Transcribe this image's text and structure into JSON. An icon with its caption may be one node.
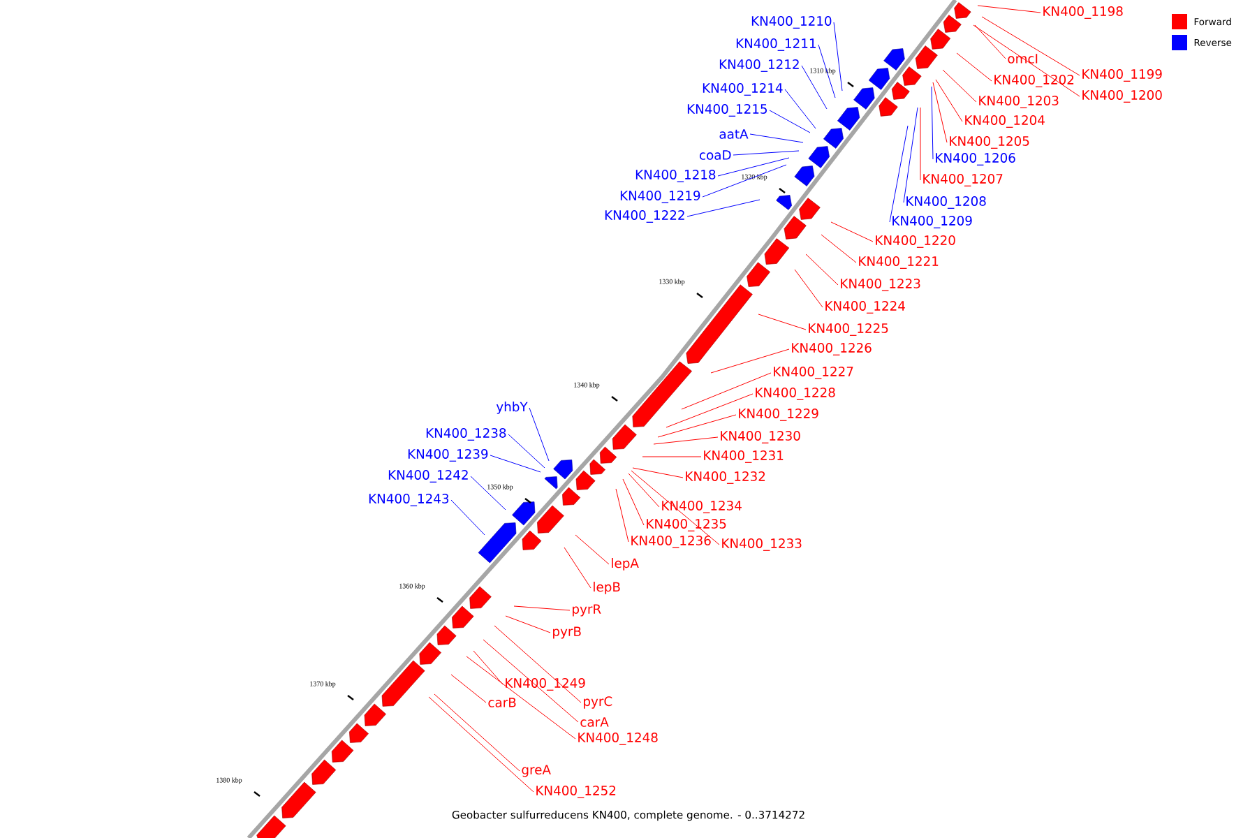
{
  "diagram": {
    "caption": "Geobacter sulfurreducens KN400, complete genome. - 0..3714272",
    "nodes": [
      {
        "text": [
          "KN400_1198"
        ]
      },
      {
        "text": [
          "KN400_1210"
        ]
      },
      {
        "text": [
          "KN400_1211"
        ]
      },
      {
        "text": [
          "omcI"
        ]
      },
      {
        "text": [
          "KN400_1212"
        ]
      },
      {
        "text": [
          "KN400_1199"
        ]
      },
      {
        "text": [
          "KN400_1202"
        ]
      },
      {
        "text": [
          "KN400_1214"
        ]
      },
      {
        "text": [
          "KN400_1200"
        ]
      },
      {
        "text": [
          "KN400_1203"
        ]
      },
      {
        "text": [
          "KN400_1215"
        ]
      },
      {
        "text": [
          "KN400_1204"
        ]
      },
      {
        "text": [
          "aatA"
        ]
      },
      {
        "text": [
          "KN400_1205"
        ]
      },
      {
        "text": [
          "coaD"
        ]
      },
      {
        "text": [
          "KN400_1206"
        ]
      },
      {
        "text": [
          "KN400_1218"
        ]
      },
      {
        "text": [
          "KN400_1207"
        ]
      },
      {
        "text": [
          "KN400_1219"
        ]
      },
      {
        "text": [
          "KN400_1208"
        ]
      },
      {
        "text": [
          "KN400_1222"
        ]
      },
      {
        "text": [
          "KN400_1209"
        ]
      },
      {
        "text": [
          "KN400_1220"
        ]
      },
      {
        "text": [
          "KN400_1221"
        ]
      },
      {
        "text": [
          "KN400_1223"
        ]
      },
      {
        "text": [
          "KN400_1224"
        ]
      },
      {
        "text": [
          "KN400_1225"
        ]
      },
      {
        "text": [
          "KN400_1226"
        ]
      },
      {
        "text": [
          "KN400_1227"
        ]
      },
      {
        "text": [
          "KN400_1228"
        ]
      },
      {
        "text": [
          "yhbY"
        ]
      },
      {
        "text": [
          "KN400_1229"
        ]
      },
      {
        "text": [
          "KN400_1238"
        ]
      },
      {
        "text": [
          "KN400_1230"
        ]
      },
      {
        "text": [
          "KN400_1239"
        ]
      },
      {
        "text": [
          "KN400_1231"
        ]
      },
      {
        "text": [
          "KN400_1242"
        ]
      },
      {
        "text": [
          "KN400_1232"
        ]
      },
      {
        "text": [
          "KN400_1243"
        ]
      },
      {
        "text": [
          "KN400_1234"
        ]
      },
      {
        "text": [
          "KN400_1235"
        ]
      },
      {
        "text": [
          "KN400_1236"
        ]
      },
      {
        "text": [
          "KN400_1233"
        ]
      },
      {
        "text": [
          "lepA"
        ]
      },
      {
        "text": [
          "lepB"
        ]
      },
      {
        "text": [
          "pyrR"
        ]
      },
      {
        "text": [
          "pyrB"
        ]
      },
      {
        "text": [
          "KN400_1249"
        ]
      },
      {
        "text": [
          "pyrC"
        ]
      },
      {
        "text": [
          "carB"
        ]
      },
      {
        "text": [
          "carA"
        ]
      },
      {
        "text": [
          "KN400_1248"
        ]
      },
      {
        "text": [
          "greA"
        ]
      },
      {
        "text": [
          "KN400_1252"
        ]
      }
    ],
    "edges": [
      {
        "from": 0,
        "to": null,
        "arrow": "none"
      },
      {
        "from": 1,
        "to": null,
        "arrow": "none",
        "color": "#0000ff"
      },
      {
        "from": 2,
        "to": null,
        "arrow": "none",
        "color": "#0000ff"
      },
      {
        "from": 3,
        "to": null,
        "arrow": "none"
      },
      {
        "from": 4,
        "to": null,
        "arrow": "none",
        "color": "#0000ff"
      },
      {
        "from": 5,
        "to": null,
        "arrow": "none"
      },
      {
        "from": 6,
        "to": null,
        "arrow": "none"
      },
      {
        "from": 7,
        "to": null,
        "arrow": "none",
        "color": "#0000ff"
      },
      {
        "from": 8,
        "to": null,
        "arrow": "none"
      },
      {
        "from": 9,
        "to": null,
        "arrow": "none"
      },
      {
        "from": 10,
        "to": null,
        "arrow": "none",
        "color": "#0000ff"
      },
      {
        "from": 11,
        "to": null,
        "arrow": "none"
      },
      {
        "from": 12,
        "to": null,
        "arrow": "none",
        "color": "#0000ff"
      },
      {
        "from": 13,
        "to": null,
        "arrow": "none"
      },
      {
        "from": 14,
        "to": null,
        "arrow": "none",
        "color": "#0000ff"
      },
      {
        "from": 15,
        "to": null,
        "arrow": "none",
        "color": "#0000ff"
      },
      {
        "from": 16,
        "to": null,
        "arrow": "none",
        "color": "#0000ff"
      },
      {
        "from": 17,
        "to": null,
        "arrow": "none"
      },
      {
        "from": 18,
        "to": null,
        "arrow": "none",
        "color": "#0000ff"
      },
      {
        "from": 19,
        "to": null,
        "arrow": "none",
        "color": "#0000ff"
      },
      {
        "from": 20,
        "to": null,
        "arrow": "none",
        "color": "#0000ff"
      },
      {
        "from": 21,
        "to": null,
        "arrow": "none",
        "color": "#0000ff"
      },
      {
        "from": 22,
        "to": null,
        "arrow": "none"
      },
      {
        "from": 23,
        "to": null,
        "arrow": "none"
      },
      {
        "from": 24,
        "to": null,
        "arrow": "none"
      },
      {
        "from": 25,
        "to": null,
        "arrow": "none"
      },
      {
        "from": 26,
        "to": null,
        "arrow": "none"
      },
      {
        "from": 27,
        "to": null,
        "arrow": "none"
      },
      {
        "from": 28,
        "to": null,
        "arrow": "none"
      },
      {
        "from": 29,
        "to": null,
        "arrow": "none"
      },
      {
        "from": 30,
        "to": null,
        "arrow": "none",
        "color": "#0000ff"
      },
      {
        "from": 31,
        "to": null,
        "arrow": "none"
      },
      {
        "from": 32,
        "to": null,
        "arrow": "none",
        "color": "#0000ff"
      },
      {
        "from": 33,
        "to": null,
        "arrow": "none"
      },
      {
        "from": 34,
        "to": null,
        "arrow": "none",
        "color": "#0000ff"
      },
      {
        "from": 35,
        "to": null,
        "arrow": "none"
      },
      {
        "from": 36,
        "to": null,
        "arrow": "none",
        "color": "#0000ff"
      },
      {
        "from": 37,
        "to": null,
        "arrow": "none"
      },
      {
        "from": 38,
        "to": null,
        "arrow": "none",
        "color": "#0000ff"
      },
      {
        "from": 39,
        "to": null,
        "arrow": "none"
      },
      {
        "from": 40,
        "to": null,
        "arrow": "none"
      },
      {
        "from": 41,
        "to": null,
        "arrow": "none"
      },
      {
        "from": 42,
        "to": null,
        "arrow": "none"
      },
      {
        "from": 43,
        "to": null,
        "arrow": "none"
      },
      {
        "from": 44,
        "to": null,
        "arrow": "none"
      },
      {
        "from": 45,
        "to": null,
        "arrow": "none"
      },
      {
        "from": 46,
        "to": null,
        "arrow": "none"
      },
      {
        "from": 47,
        "to": null,
        "arrow": "none"
      },
      {
        "from": 48,
        "to": null,
        "arrow": "none"
      },
      {
        "from": 49,
        "to": null,
        "arrow": "none"
      },
      {
        "from": 50,
        "to": null,
        "arrow": "none"
      },
      {
        "from": 51,
        "to": null,
        "arrow": "none"
      },
      {
        "from": 52,
        "to": null,
        "arrow": "none"
      },
      {
        "from": 53,
        "to": null,
        "arrow": "none"
      }
    ],
    "labels": [
      "1310 kbp",
      "1320 kbp",
      "1330 kbp",
      "1340 kbp",
      "1350 kbp",
      "1360 kbp",
      "1370 kbp",
      "1380 kbp"
    ],
    "legend": [
      {
        "text": "Forward",
        "color": "#ff0000"
      },
      {
        "text": "Reverse",
        "color": "#0000ff"
      }
    ]
  }
}
